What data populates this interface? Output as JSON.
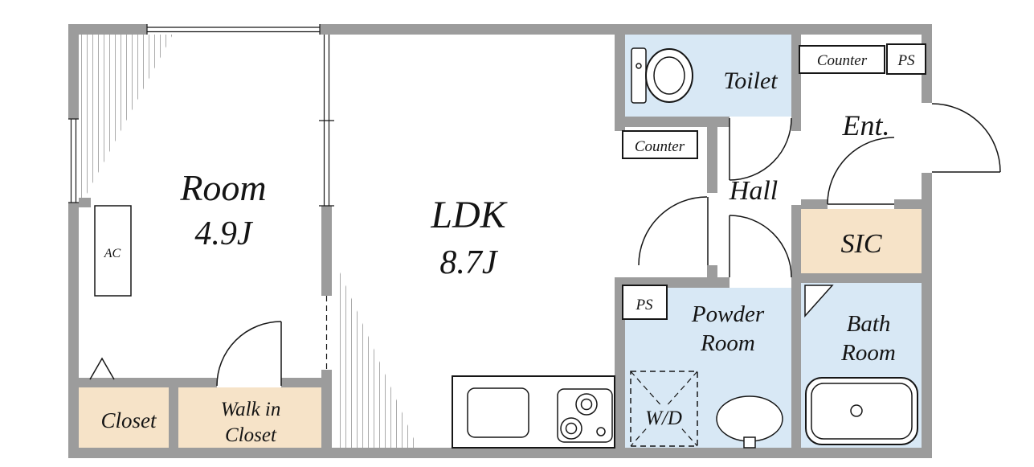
{
  "colors": {
    "wall": "#9c9c9c",
    "wet": "#d8e8f5",
    "storage": "#f6e3c8",
    "floor": "#ffffff",
    "line": "#161616",
    "hatch": "#ababab"
  },
  "rooms": {
    "room": {
      "name": "Room",
      "size": "4.9J"
    },
    "ldk": {
      "name": "LDK",
      "size": "8.7J"
    },
    "toilet": {
      "name": "Toilet"
    },
    "hall": {
      "name": "Hall"
    },
    "entrance": {
      "name": "Ent."
    },
    "sic": {
      "name": "SIC"
    },
    "powder_room": {
      "line1": "Powder",
      "line2": "Room"
    },
    "bath_room": {
      "line1": "Bath",
      "line2": "Room"
    },
    "closet": {
      "name": "Closet"
    },
    "walk_in_closet": {
      "line1": "Walk in",
      "line2": "Closet"
    }
  },
  "fixtures": {
    "counter_entrance": "Counter",
    "counter_kitchen": "Counter",
    "ps_top": "PS",
    "ps_powder": "PS",
    "washer_dryer": "W/D",
    "air_conditioner": "AC"
  }
}
